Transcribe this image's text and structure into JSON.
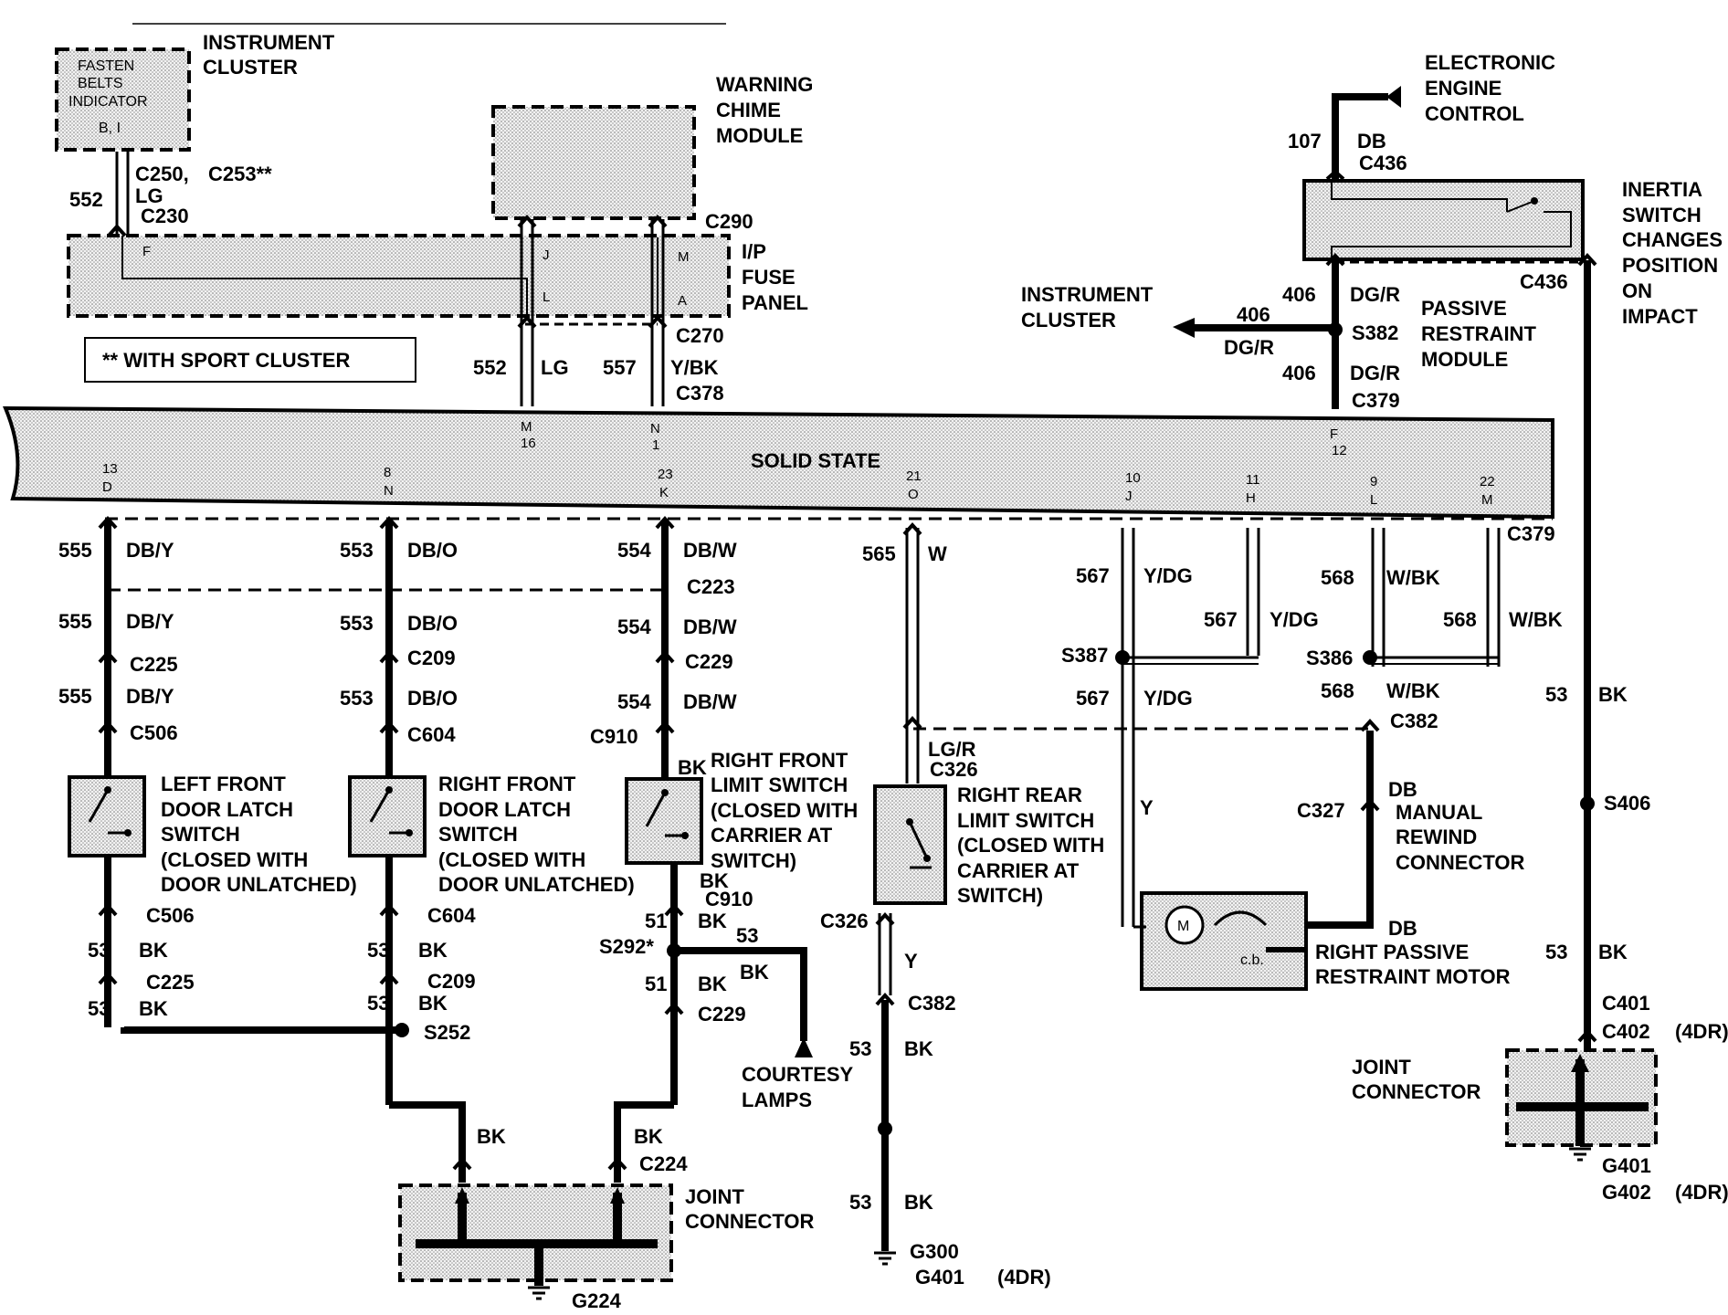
{
  "title": {
    "instrument_cluster_top": [
      "INSTRUMENT",
      "CLUSTER"
    ],
    "fasten_belts": [
      "FASTEN",
      "BELTS",
      "INDICATOR",
      "B, I"
    ],
    "warning_chime": [
      "WARNING",
      "CHIME",
      "MODULE"
    ],
    "ip_fuse": [
      "I/P",
      "FUSE",
      "PANEL"
    ],
    "sport_note": "** WITH SPORT CLUSTER",
    "eec": [
      "ELECTRONIC",
      "ENGINE",
      "CONTROL"
    ],
    "inertia": [
      "INERTIA",
      "SWITCH",
      "CHANGES",
      "POSITION",
      "ON",
      "IMPACT"
    ],
    "instrument_cluster_right": [
      "INSTRUMENT",
      "CLUSTER"
    ],
    "passive_restraint": [
      "PASSIVE",
      "RESTRAINT",
      "MODULE"
    ],
    "solid_state": "SOLID STATE",
    "lf_latch": [
      "LEFT FRONT",
      "DOOR LATCH",
      "SWITCH",
      "(CLOSED WITH",
      "DOOR UNLATCHED)"
    ],
    "rf_latch": [
      "RIGHT FRONT",
      "DOOR LATCH",
      "SWITCH",
      "(CLOSED WITH",
      "DOOR UNLATCHED)"
    ],
    "rf_limit": [
      "RIGHT FRONT",
      "LIMIT SWITCH",
      "(CLOSED WITH",
      "CARRIER AT",
      "SWITCH)"
    ],
    "rr_limit": [
      "RIGHT REAR",
      "LIMIT SWITCH",
      "(CLOSED WITH",
      "CARRIER AT",
      "SWITCH)"
    ],
    "manual_rewind": [
      "MANUAL",
      "REWIND",
      "CONNECTOR"
    ],
    "passive_motor": [
      "RIGHT PASSIVE",
      "RESTRAINT MOTOR"
    ],
    "courtesy": [
      "COURTESY",
      "LAMPS"
    ],
    "joint_left": [
      "JOINT",
      "CONNECTOR"
    ],
    "joint_right": [
      "JOINT",
      "CONNECTOR"
    ]
  },
  "connectors": {
    "c250": "C250,",
    "c253": "C253**",
    "lg": "LG",
    "c230": "C230",
    "c290": "C290",
    "c270": "C270",
    "c378": "C378",
    "c436a": "C436",
    "c436b": "C436",
    "s382": "S382",
    "c379a": "C379",
    "c379b": "C379",
    "c223": "C223",
    "c225a": "C225",
    "c506a": "C506",
    "c209a": "C209",
    "c604a": "C604",
    "c229a": "C229",
    "c910a": "C910",
    "c326a": "C326",
    "s387": "S387",
    "s386": "S386",
    "c382a": "C382",
    "c327": "C327",
    "s406": "S406",
    "c506b": "C506",
    "c225b": "C225",
    "s252": "S252",
    "c604b": "C604",
    "c209b": "C209",
    "c910b": "C910",
    "s292": "S292*",
    "c229b": "C229",
    "c326b": "C326",
    "c382b": "C382",
    "c224": "C224",
    "g224": "G224",
    "g300": "G300",
    "g401a": "G401",
    "c401": "C401",
    "c402": "C402",
    "g401b": "G401",
    "g402": "G402",
    "fourdr1": "(4DR)",
    "fourdr2": "(4DR)",
    "fourdr3": "(4DR)",
    "cb": "c.b.",
    "motor": "M"
  },
  "wires": {
    "w552a": "552",
    "w552b": "552",
    "w557": "557",
    "lg2": "LG",
    "ybk": "Y/BK",
    "w107": "107",
    "db107": "DB",
    "w406a": "406",
    "dgr1": "DG/R",
    "w406b": "406",
    "dgr2": "DG/R",
    "w406c": "406",
    "dgr3": "DG/R",
    "w555a": "555",
    "dby1": "DB/Y",
    "w555b": "555",
    "dby2": "DB/Y",
    "w555c": "555",
    "dby3": "DB/Y",
    "w553a": "553",
    "dbo1": "DB/O",
    "w553b": "553",
    "dbo2": "DB/O",
    "w553c": "553",
    "dbo3": "DB/O",
    "w554a": "554",
    "dbw1": "DB/W",
    "w554b": "554",
    "dbw2": "DB/W",
    "w554c": "554",
    "dbw3": "DB/W",
    "w565": "565",
    "w": "W",
    "lgr": "LG/R",
    "w567a": "567",
    "ydg1": "Y/DG",
    "w567b": "567",
    "ydg2": "Y/DG",
    "w567c": "567",
    "ydg3": "Y/DG",
    "w568a": "568",
    "wbk1": "W/BK",
    "w568b": "568",
    "wbk2": "W/BK",
    "w568c": "568",
    "wbk3": "W/BK",
    "w53r1": "53",
    "bkr1": "BK",
    "w53r2": "53",
    "bkr2": "BK",
    "y1": "Y",
    "y2": "Y",
    "db1": "DB",
    "db2": "DB",
    "bk_rf": "BK",
    "bk_rf2": "BK",
    "w51a": "51",
    "bk51a": "BK",
    "w53c": "53",
    "bkc": "BK",
    "w51b": "51",
    "bk51b": "BK",
    "w53l1": "53",
    "bkl1": "BK",
    "w53l2": "53",
    "bkl2": "BK",
    "w53m1": "53",
    "bkm1": "BK",
    "w53m2": "53",
    "bkm2": "BK",
    "bkj1": "BK",
    "bkj2": "BK",
    "w53g1": "53",
    "bkg1": "BK",
    "w53g2": "53",
    "bkg2": "BK"
  },
  "pins": {
    "f": "F",
    "j": "J",
    "l": "L",
    "m": "M",
    "a": "A",
    "m16": "M",
    "n16": "16",
    "n1a": "N",
    "n1b": "1",
    "f12a": "F",
    "f12b": "12",
    "d13a": "13",
    "d13b": "D",
    "n8a": "8",
    "n8b": "N",
    "k23a": "23",
    "k23b": "K",
    "o21a": "21",
    "o21b": "O",
    "j10a": "10",
    "j10b": "J",
    "h11a": "11",
    "h11b": "H",
    "l9a": "9",
    "l9b": "L",
    "m22a": "22",
    "m22b": "M"
  }
}
